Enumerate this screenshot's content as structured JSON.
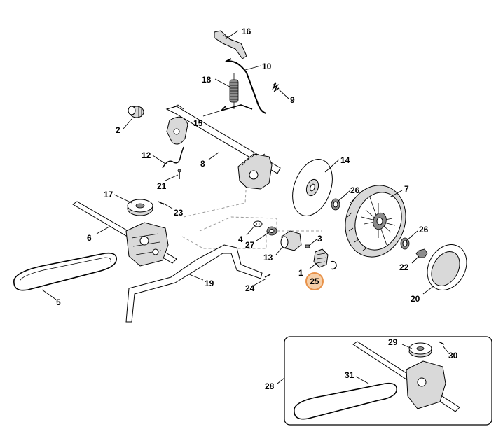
{
  "highlight": {
    "label": "25",
    "fill": "#f6cfa8",
    "stroke": "#e8924a"
  },
  "callouts": [
    {
      "id": "16",
      "label": "16"
    },
    {
      "id": "10",
      "label": "10"
    },
    {
      "id": "18",
      "label": "18"
    },
    {
      "id": "9",
      "label": "9"
    },
    {
      "id": "2",
      "label": "2"
    },
    {
      "id": "15",
      "label": "15"
    },
    {
      "id": "8",
      "label": "8"
    },
    {
      "id": "12",
      "label": "12"
    },
    {
      "id": "21",
      "label": "21"
    },
    {
      "id": "14",
      "label": "14"
    },
    {
      "id": "26a",
      "label": "26"
    },
    {
      "id": "7",
      "label": "7"
    },
    {
      "id": "17",
      "label": "17"
    },
    {
      "id": "23",
      "label": "23"
    },
    {
      "id": "6",
      "label": "6"
    },
    {
      "id": "4",
      "label": "4"
    },
    {
      "id": "27",
      "label": "27"
    },
    {
      "id": "3",
      "label": "3"
    },
    {
      "id": "26b",
      "label": "26"
    },
    {
      "id": "13",
      "label": "13"
    },
    {
      "id": "1",
      "label": "1"
    },
    {
      "id": "22",
      "label": "22"
    },
    {
      "id": "19",
      "label": "19"
    },
    {
      "id": "24",
      "label": "24"
    },
    {
      "id": "5",
      "label": "5"
    },
    {
      "id": "20",
      "label": "20"
    },
    {
      "id": "29",
      "label": "29"
    },
    {
      "id": "30",
      "label": "30"
    },
    {
      "id": "31",
      "label": "31"
    },
    {
      "id": "28",
      "label": "28"
    }
  ]
}
